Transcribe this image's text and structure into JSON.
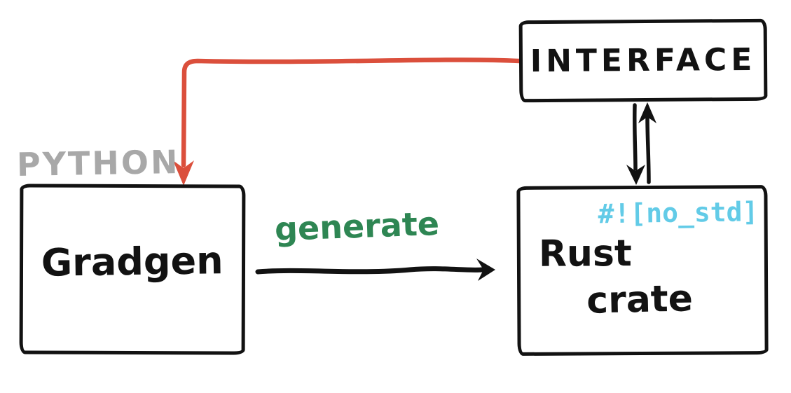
{
  "colors": {
    "ink": "#121212",
    "red": "#db4f3c",
    "green": "#2e8653",
    "cyan": "#62cbe7",
    "gray": "#a8a8a8",
    "paper": "#ffffff"
  },
  "diagram": {
    "style": "hand-drawn sketch",
    "nodes": {
      "interface": {
        "label": "INTERFACE"
      },
      "gradgen": {
        "label": "Gradgen",
        "language_tag": "PYTHON"
      },
      "rust_crate": {
        "label_line1": "Rust",
        "label_line2": "crate",
        "attribute": "#![no_std]"
      }
    },
    "edges": [
      {
        "id": "generate",
        "label": "generate",
        "from": "gradgen",
        "to": "rust_crate",
        "color": "#121212",
        "direction": "right"
      },
      {
        "id": "interface_to_gradgen",
        "label": "",
        "from": "interface",
        "to": "gradgen",
        "color": "#db4f3c",
        "direction": "left-then-down"
      },
      {
        "id": "interface_to_rust",
        "label": "",
        "from": "interface",
        "to": "rust_crate",
        "color": "#121212",
        "direction": "down"
      },
      {
        "id": "rust_to_interface",
        "label": "",
        "from": "rust_crate",
        "to": "interface",
        "color": "#121212",
        "direction": "up"
      }
    ]
  }
}
